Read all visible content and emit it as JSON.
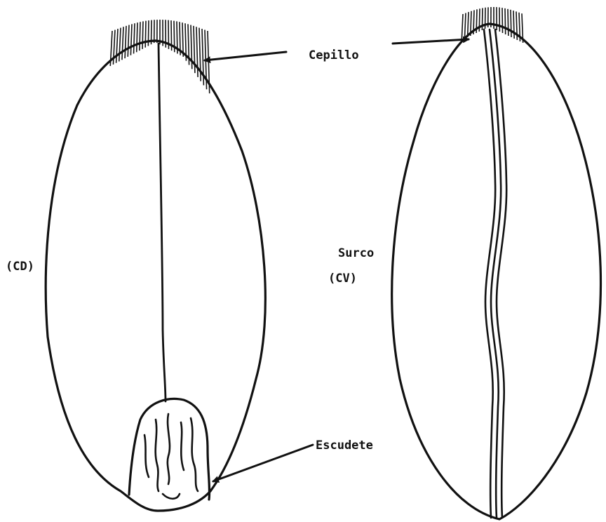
{
  "labels": {
    "brush": "Cepillo",
    "dorsal_view": "(CD)",
    "furrow": "Surco",
    "ventral_view": "(CV)",
    "scutellum": "Escudete"
  },
  "colors": {
    "ink": "#111111",
    "background": "#ffffff"
  }
}
